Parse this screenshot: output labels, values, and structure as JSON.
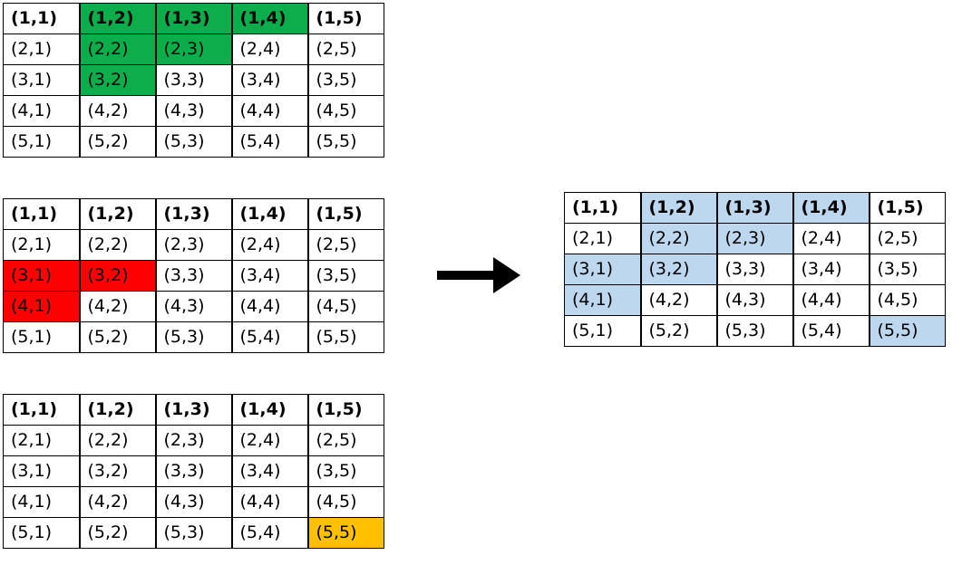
{
  "colors": {
    "green": "#0bae4b",
    "red": "#ff0000",
    "orange": "#ffc000",
    "light_blue": "#bdd7ee",
    "border": "#000000",
    "arrow": "#000000"
  },
  "arrow_icon": "right-arrow-icon",
  "grids": [
    {
      "id": "grid-a",
      "name": "grid-green",
      "rows": [
        [
          "(1,1)",
          "(1,2)",
          "(1,3)",
          "(1,4)",
          "(1,5)"
        ],
        [
          "(2,1)",
          "(2,2)",
          "(2,3)",
          "(2,4)",
          "(2,5)"
        ],
        [
          "(3,1)",
          "(3,2)",
          "(3,3)",
          "(3,4)",
          "(3,5)"
        ],
        [
          "(4,1)",
          "(4,2)",
          "(4,3)",
          "(4,4)",
          "(4,5)"
        ],
        [
          "(5,1)",
          "(5,2)",
          "(5,3)",
          "(5,4)",
          "(5,5)"
        ]
      ],
      "highlight_color": "green",
      "highlighted": [
        "(1,2)",
        "(1,3)",
        "(1,4)",
        "(2,2)",
        "(2,3)",
        "(3,2)"
      ]
    },
    {
      "id": "grid-b",
      "name": "grid-red",
      "rows": [
        [
          "(1,1)",
          "(1,2)",
          "(1,3)",
          "(1,4)",
          "(1,5)"
        ],
        [
          "(2,1)",
          "(2,2)",
          "(2,3)",
          "(2,4)",
          "(2,5)"
        ],
        [
          "(3,1)",
          "(3,2)",
          "(3,3)",
          "(3,4)",
          "(3,5)"
        ],
        [
          "(4,1)",
          "(4,2)",
          "(4,3)",
          "(4,4)",
          "(4,5)"
        ],
        [
          "(5,1)",
          "(5,2)",
          "(5,3)",
          "(5,4)",
          "(5,5)"
        ]
      ],
      "highlight_color": "red",
      "highlighted": [
        "(3,1)",
        "(3,2)",
        "(4,1)"
      ]
    },
    {
      "id": "grid-c",
      "name": "grid-orange",
      "rows": [
        [
          "(1,1)",
          "(1,2)",
          "(1,3)",
          "(1,4)",
          "(1,5)"
        ],
        [
          "(2,1)",
          "(2,2)",
          "(2,3)",
          "(2,4)",
          "(2,5)"
        ],
        [
          "(3,1)",
          "(3,2)",
          "(3,3)",
          "(3,4)",
          "(3,5)"
        ],
        [
          "(4,1)",
          "(4,2)",
          "(4,3)",
          "(4,4)",
          "(4,5)"
        ],
        [
          "(5,1)",
          "(5,2)",
          "(5,3)",
          "(5,4)",
          "(5,5)"
        ]
      ],
      "highlight_color": "orange",
      "highlighted": [
        "(5,5)"
      ]
    },
    {
      "id": "grid-result",
      "name": "grid-result",
      "rows": [
        [
          "(1,1)",
          "(1,2)",
          "(1,3)",
          "(1,4)",
          "(1,5)"
        ],
        [
          "(2,1)",
          "(2,2)",
          "(2,3)",
          "(2,4)",
          "(2,5)"
        ],
        [
          "(3,1)",
          "(3,2)",
          "(3,3)",
          "(3,4)",
          "(3,5)"
        ],
        [
          "(4,1)",
          "(4,2)",
          "(4,3)",
          "(4,4)",
          "(4,5)"
        ],
        [
          "(5,1)",
          "(5,2)",
          "(5,3)",
          "(5,4)",
          "(5,5)"
        ]
      ],
      "highlight_color": "light_blue",
      "highlighted": [
        "(1,2)",
        "(1,3)",
        "(1,4)",
        "(2,2)",
        "(2,3)",
        "(3,1)",
        "(3,2)",
        "(4,1)",
        "(5,5)"
      ]
    }
  ]
}
